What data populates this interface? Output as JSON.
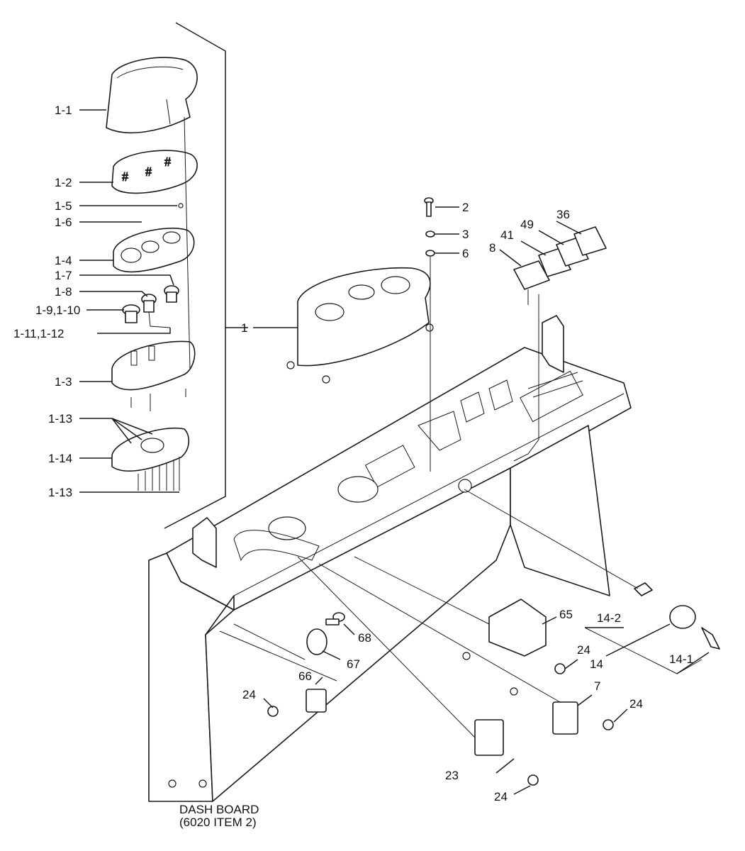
{
  "labels": {
    "l_1_1": "1-1",
    "l_1_2": "1-2",
    "l_1_5": "1-5",
    "l_1_6": "1-6",
    "l_1_4": "1-4",
    "l_1_7": "1-7",
    "l_1_8": "1-8",
    "l_1_9_10": "1-9,1-10",
    "l_1_11_12": "1-11,1-12",
    "l_1_3": "1-3",
    "l_1_13a": "1-13",
    "l_1_14": "1-14",
    "l_1_13b": "1-13",
    "l_1": "1",
    "l_2": "2",
    "l_3": "3",
    "l_6": "6",
    "l_36": "36",
    "l_49": "49",
    "l_41": "41",
    "l_8": "8",
    "l_65": "65",
    "l_68": "68",
    "l_67": "67",
    "l_66": "66",
    "l_24a": "24",
    "l_24b": "24",
    "l_24c": "24",
    "l_24d": "24",
    "l_14_2": "14-2",
    "l_14": "14",
    "l_14_1": "14-1",
    "l_7": "7",
    "l_23": "23"
  },
  "caption": {
    "line1": "DASH BOARD",
    "line2": "(6020 ITEM 2)"
  }
}
